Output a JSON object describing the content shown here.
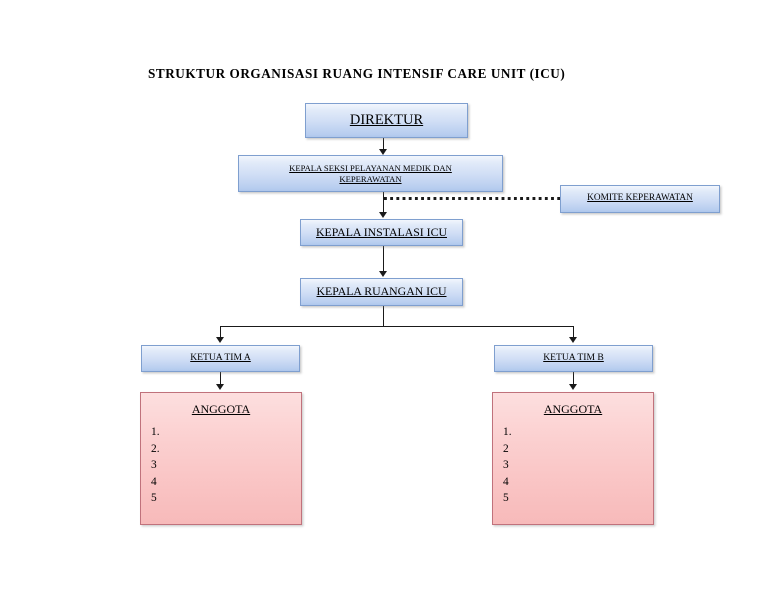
{
  "document": {
    "title": "STRUKTUR ORGANISASI RUANG INTENSIF CARE UNIT (ICU)"
  },
  "colors": {
    "box_blue_fill_top": "#f2f6fd",
    "box_blue_fill_bottom": "#aec6ec",
    "box_blue_border": "#7f9fcf",
    "box_pink_fill_top": "#fddfdf",
    "box_pink_fill_bottom": "#f7baba",
    "box_pink_border": "#c0727c",
    "connector": "#1a1a1a",
    "text": "#000000",
    "background": "#ffffff"
  },
  "chart_data": {
    "type": "diagram",
    "diagram_type": "organizational-chart",
    "title": "STRUKTUR ORGANISASI RUANG INTENSIF CARE UNIT (ICU)",
    "nodes": [
      {
        "id": "direktur",
        "label": "DIREKTUR",
        "style": "blue",
        "level": 0
      },
      {
        "id": "kepala_seksi",
        "label_line1": "KEPALA SEKSI PELAYANAN MEDIK DAN",
        "label_line2": "KEPERAWATAN",
        "style": "blue",
        "level": 1
      },
      {
        "id": "komite",
        "label": "KOMITE KEPERAWATAN",
        "style": "blue",
        "level": 1
      },
      {
        "id": "kepala_instalasi",
        "label": "KEPALA INSTALASI ICU",
        "style": "blue",
        "level": 2
      },
      {
        "id": "kepala_ruangan",
        "label": "KEPALA RUANGAN ICU",
        "style": "blue",
        "level": 3
      },
      {
        "id": "ketua_tim_a",
        "label": "KETUA TIM A",
        "style": "blue",
        "level": 4
      },
      {
        "id": "ketua_tim_b",
        "label": "KETUA TIM B",
        "style": "blue",
        "level": 4
      },
      {
        "id": "anggota_a",
        "label": "ANGGOTA",
        "style": "pink",
        "level": 5,
        "items": [
          "1.",
          "2.",
          "3",
          "4",
          "5"
        ]
      },
      {
        "id": "anggota_b",
        "label": "ANGGOTA",
        "style": "pink",
        "level": 5,
        "items": [
          "1.",
          "2",
          "3",
          "4",
          "5"
        ]
      }
    ],
    "edges": [
      {
        "from": "direktur",
        "to": "kepala_seksi",
        "style": "solid-arrow"
      },
      {
        "from": "kepala_seksi",
        "to": "kepala_instalasi",
        "style": "solid-arrow"
      },
      {
        "from": "kepala_seksi",
        "to": "komite",
        "style": "dotted"
      },
      {
        "from": "kepala_instalasi",
        "to": "kepala_ruangan",
        "style": "solid-arrow"
      },
      {
        "from": "kepala_ruangan",
        "to": "ketua_tim_a",
        "style": "solid-arrow-branch"
      },
      {
        "from": "kepala_ruangan",
        "to": "ketua_tim_b",
        "style": "solid-arrow-branch"
      },
      {
        "from": "ketua_tim_a",
        "to": "anggota_a",
        "style": "solid-arrow"
      },
      {
        "from": "ketua_tim_b",
        "to": "anggota_b",
        "style": "solid-arrow"
      }
    ]
  },
  "nodes": {
    "direktur": {
      "label": "DIREKTUR"
    },
    "kepala_seksi": {
      "line1": "KEPALA SEKSI PELAYANAN MEDIK DAN",
      "line2": "KEPERAWATAN"
    },
    "komite": {
      "label": "KOMITE KEPERAWATAN"
    },
    "kepala_instalasi": {
      "label": "KEPALA INSTALASI ICU"
    },
    "kepala_ruangan": {
      "label": "KEPALA RUANGAN ICU"
    },
    "ketua_tim_a": {
      "label": "KETUA TIM A"
    },
    "ketua_tim_b": {
      "label": "KETUA TIM B"
    },
    "anggota_a": {
      "label": "ANGGOTA",
      "item1": "1.",
      "item2": "2.",
      "item3": "3",
      "item4": "4",
      "item5": "5"
    },
    "anggota_b": {
      "label": "ANGGOTA",
      "item1": "1.",
      "item2": "2",
      "item3": "3",
      "item4": "4",
      "item5": "5"
    }
  }
}
